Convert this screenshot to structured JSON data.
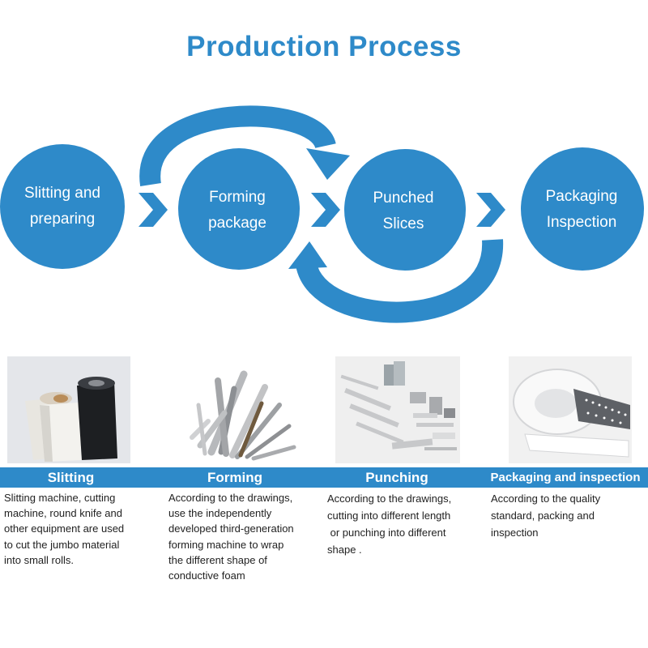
{
  "title": "Production Process",
  "colors": {
    "primary": "#2e8ac9",
    "text": "#222222",
    "background": "#ffffff"
  },
  "stages": [
    {
      "line1": "Slitting and",
      "line2": "preparing"
    },
    {
      "line1": "Forming",
      "line2": "package"
    },
    {
      "line1": "Punched",
      "line2": "Slices"
    },
    {
      "line1": "Packaging",
      "line2": "Inspection"
    }
  ],
  "steps": [
    {
      "title": "Slitting",
      "lines": [
        "Slitting machine, cutting",
        "machine, round knife and",
        "other equipment are used",
        "to cut the jumbo material",
        "into small rolls."
      ],
      "image": "rolls of conductive material"
    },
    {
      "title": "Forming",
      "lines": [
        "According to the drawings,",
        "use the independently",
        "developed third-generation",
        "forming machine to wrap",
        "the different shape of",
        "conductive foam"
      ],
      "image": "shaped conductive foam strips"
    },
    {
      "title": "Punching",
      "lines": [
        "According to the drawings,",
        "cutting into different length",
        " or punching into different",
        "shape ."
      ],
      "image": "punched pieces and slices"
    },
    {
      "title": "Packaging and inspection",
      "lines": [
        "According to the quality",
        "standard, packing and",
        "inspection"
      ],
      "image": "packed tape roll"
    }
  ]
}
